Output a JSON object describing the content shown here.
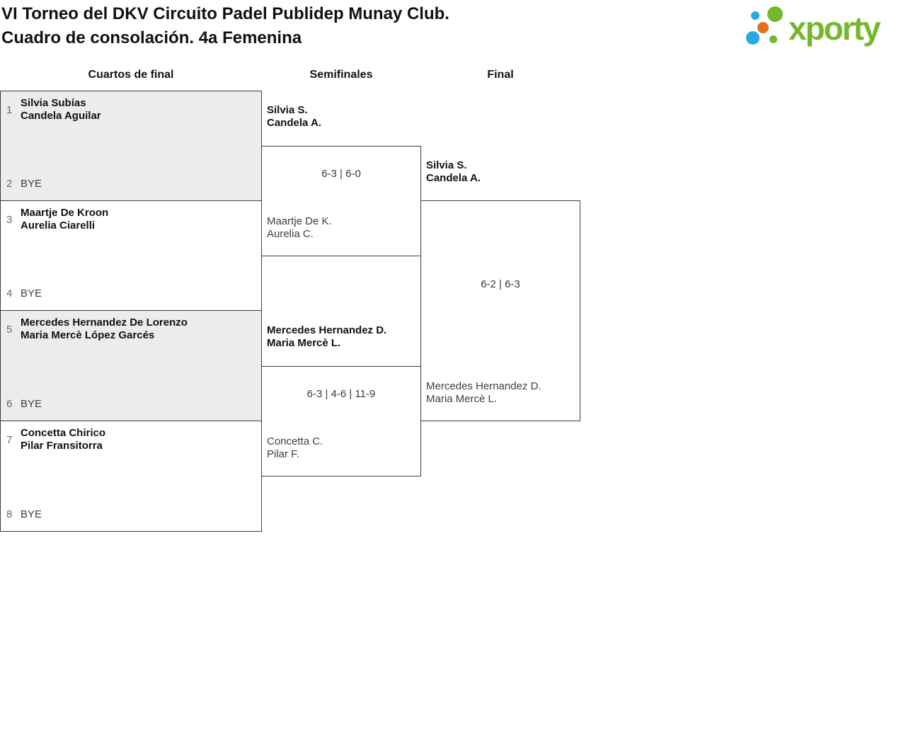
{
  "page": {
    "title_line1": "VI Torneo del DKV Circuito Padel Publidep Munay Club.",
    "title_line2": "Cuadro de consolación. 4a Femenina"
  },
  "logo": {
    "text": "xporty"
  },
  "colors": {
    "logo_green": "#76b82d",
    "logo_blue": "#29a9e1",
    "logo_orange": "#e2711d",
    "box_gray": "#ececec",
    "box_border": "#3d3d3d"
  },
  "rounds": [
    {
      "label": "Cuartos de final"
    },
    {
      "label": "Semifinales"
    },
    {
      "label": "Final"
    }
  ],
  "quarterfinals": [
    {
      "top": {
        "seed": "1",
        "lines": [
          "Silvia Subías",
          "Candela Aguilar"
        ]
      },
      "bottom": {
        "seed": "2",
        "label": "BYE"
      }
    },
    {
      "top": {
        "seed": "3",
        "lines": [
          "Maartje De Kroon",
          "Aurelia Ciarelli"
        ]
      },
      "bottom": {
        "seed": "4",
        "label": "BYE"
      }
    },
    {
      "top": {
        "seed": "5",
        "lines": [
          "Mercedes Hernandez De Lorenzo",
          "Maria Mercè López Garcés"
        ]
      },
      "bottom": {
        "seed": "6",
        "label": "BYE"
      }
    },
    {
      "top": {
        "seed": "7",
        "lines": [
          "Concetta Chirico",
          "Pilar Fransitorra"
        ]
      },
      "bottom": {
        "seed": "8",
        "label": "BYE"
      }
    }
  ],
  "semifinals": [
    {
      "winner": [
        "Silvia S.",
        "Candela A."
      ],
      "score": "6-3 | 6-0",
      "loser": [
        "Maartje De K.",
        "Aurelia C."
      ]
    },
    {
      "winner": [
        "Mercedes Hernandez D.",
        "Maria Mercè L."
      ],
      "score": "6-3 | 4-6 | 11-9",
      "loser": [
        "Concetta C.",
        "Pilar F."
      ]
    }
  ],
  "final": {
    "winner": [
      "Silvia S.",
      "Candela A."
    ],
    "score": "6-2 | 6-3",
    "loser": [
      "Mercedes Hernandez D.",
      "Maria Mercè L."
    ]
  }
}
